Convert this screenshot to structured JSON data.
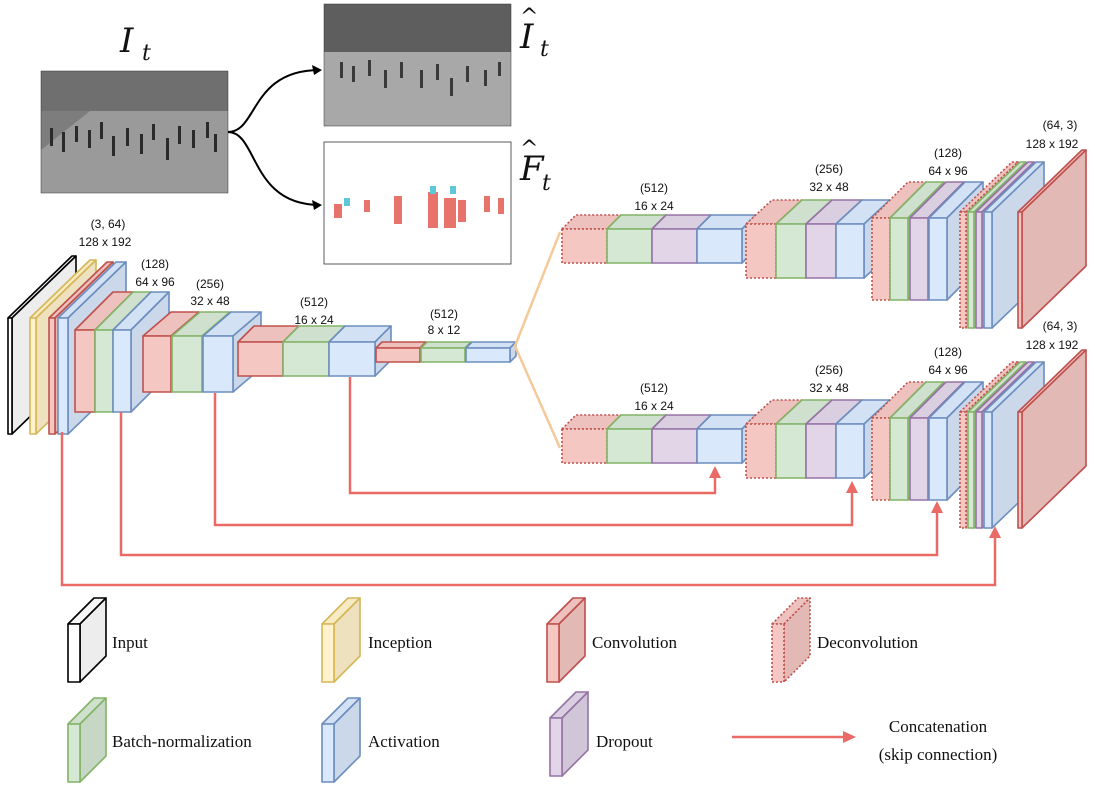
{
  "images": {
    "input_label": "I",
    "input_sub": "t",
    "recon_label": "I",
    "recon_sub": "t",
    "flow_label": "F",
    "flow_sub": "t"
  },
  "encoder": {
    "block1": {
      "channels": "(3, 64)",
      "size": "128 x 192"
    },
    "block2": {
      "channels": "(128)",
      "size": "64 x 96"
    },
    "block3": {
      "channels": "(256)",
      "size": "32 x 48"
    },
    "block4": {
      "channels": "(512)",
      "size": "16 x 24"
    },
    "block5": {
      "channels": "(512)",
      "size": "8 x 12"
    }
  },
  "decoder_top": {
    "block1": {
      "channels": "(512)",
      "size": "16 x 24"
    },
    "block2": {
      "channels": "(256)",
      "size": "32 x 48"
    },
    "block3": {
      "channels": "(128)",
      "size": "64 x 96"
    },
    "block4": {
      "channels": "(64, 3)",
      "size": "128 x 192"
    }
  },
  "decoder_bottom": {
    "block1": {
      "channels": "(512)",
      "size": "16 x 24"
    },
    "block2": {
      "channels": "(256)",
      "size": "32 x 48"
    },
    "block3": {
      "channels": "(128)",
      "size": "64 x 96"
    },
    "block4": {
      "channels": "(64, 3)",
      "size": "128 x 192"
    }
  },
  "legend": {
    "input": "Input",
    "inception": "Inception",
    "convolution": "Convolution",
    "deconvolution": "Deconvolution",
    "batchnorm": "Batch-normalization",
    "activation": "Activation",
    "dropout": "Dropout",
    "concat_line1": "Concatenation",
    "concat_line2": "(skip connection)"
  },
  "colors": {
    "convolution": "#f4c7c3",
    "convolution_stroke": "#c0504d",
    "batchnorm": "#d5e8d4",
    "batchnorm_stroke": "#82b366",
    "activation": "#dae8fc",
    "activation_stroke": "#6c8ebf",
    "dropout": "#e1d5e7",
    "dropout_stroke": "#9673a6",
    "inception": "#fff2cc",
    "inception_stroke": "#d6b656",
    "skip_arrow": "#ea6b66",
    "branch_line": "#f5c99a"
  }
}
